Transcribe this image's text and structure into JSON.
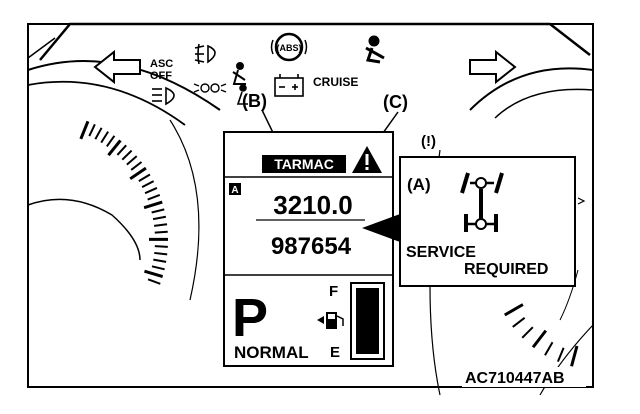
{
  "cluster": {
    "indicators": {
      "asc_off_line1": "ASC",
      "asc_off_line2": "OFF",
      "abs": "(ABS)",
      "cruise": "CRUISE"
    },
    "callouts": {
      "a": "(A)",
      "b": "(B)",
      "c": "(C)",
      "i": "(!)"
    },
    "display": {
      "mode_badge": "TARMAC",
      "trip_badge": "A",
      "trip_value": "3210.0",
      "odometer_value": "987654",
      "gear": "P",
      "drive_mode": "NORMAL",
      "fuel_full": "F",
      "fuel_empty": "E"
    },
    "service_popup": {
      "line1": "SERVICE",
      "line2": "REQUIRED"
    },
    "figure_code": "AC710447AB"
  }
}
